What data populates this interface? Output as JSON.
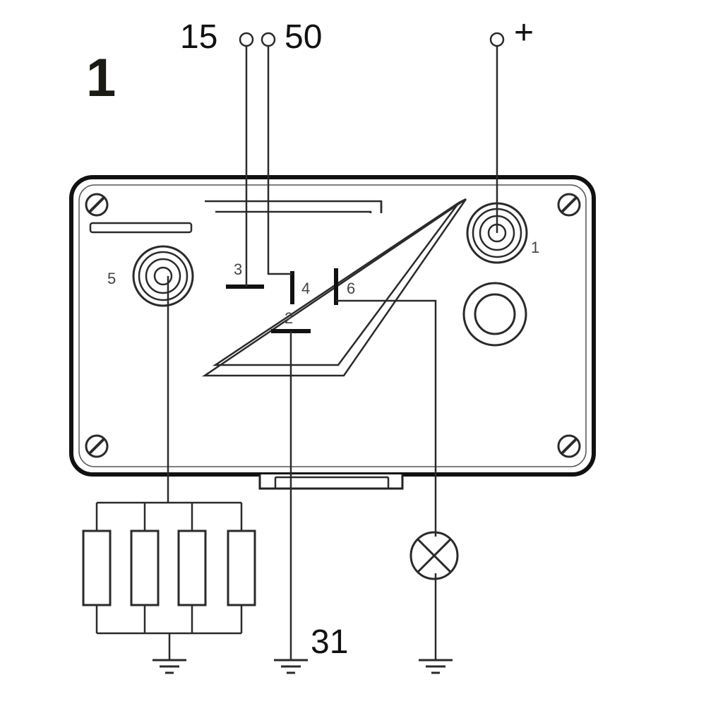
{
  "figure_number": "1",
  "terminals": {
    "t15": "15",
    "t50": "50",
    "plus": "+",
    "t31": "31"
  },
  "pins": {
    "p1": "1",
    "p2": "2",
    "p3": "3",
    "p4": "4",
    "p5": "5",
    "p6": "6"
  },
  "colors": {
    "line": "#2a2a2a",
    "figure_number": "#1c1a14"
  }
}
